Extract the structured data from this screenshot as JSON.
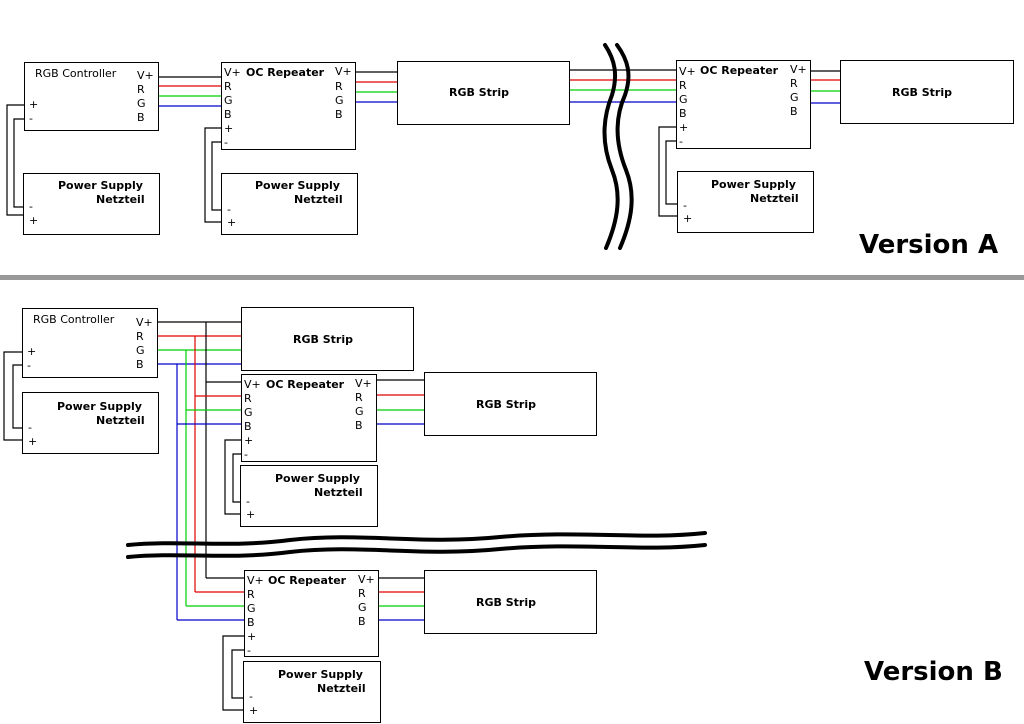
{
  "pins": {
    "vplus": "V+",
    "r": "R",
    "g": "G",
    "b": "B",
    "plus": "+",
    "minus": "-"
  },
  "labels": {
    "rgb_controller": "RGB Controller",
    "oc_repeater": "OC Repeater",
    "rgb_strip": "RGB Strip",
    "power_supply": "Power Supply",
    "netzteil": "Netzteil"
  },
  "version_a": {
    "title": "Version A"
  },
  "version_b": {
    "title": "Version B"
  },
  "wire_colors": {
    "v_plus": "#000000",
    "red": "#e00000",
    "green": "#00d000",
    "blue": "#0000cc"
  }
}
